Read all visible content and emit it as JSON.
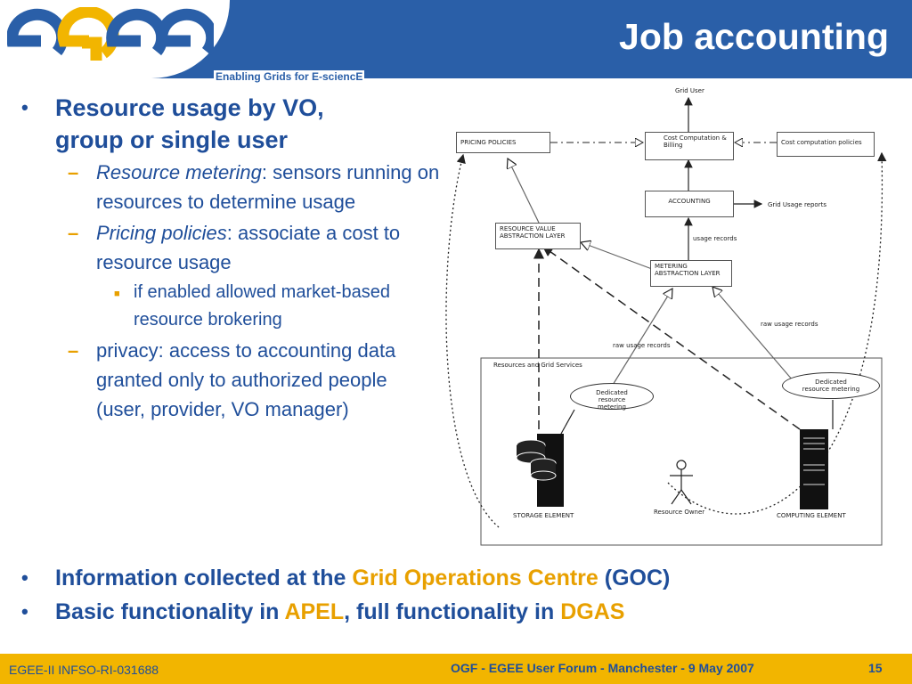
{
  "header": {
    "logo_text": "egee",
    "tagline": "Enabling Grids for E-sciencE",
    "title": "Job accounting"
  },
  "bullets": {
    "b1_line1": "Resource usage by VO,",
    "b1_line2": "group or single user",
    "sub1_em": "Resource metering",
    "sub1_rest": ": sensors running on resources to determine usage",
    "sub2_em": "Pricing policies",
    "sub2_rest": ": associate a cost to resource usage",
    "subsub1": "if enabled allowed market-based resource brokering",
    "sub3": "privacy: access to accounting data granted only to authorized people (user, provider, VO manager)",
    "marker_main": "•",
    "marker_sub": "–",
    "marker_subsub": "■"
  },
  "bottom": {
    "b2_pre": "Information collected at the ",
    "b2_hl": "Grid Operations Centre",
    "b2_post": " (GOC)",
    "b3_pre": "Basic functionality in ",
    "b3_hl1": "APEL",
    "b3_mid": ", full functionality in ",
    "b3_hl2": "DGAS"
  },
  "diagram": {
    "grid_user": "Grid User",
    "pricing_policies": "PRICING POLICIES",
    "cost_computation": "Cost Computation & Billing",
    "cost_policies": "Cost computation policies",
    "accounting": "ACCOUNTING",
    "grid_usage_reports": "Grid Usage reports",
    "rv_layer": "RESOURCE VALUE ABSTRACTION LAYER",
    "usage_records": "usage records",
    "metering_layer": "METERING ABSTRACTION LAYER",
    "raw_usage_records_right": "raw usage records",
    "raw_usage_records_left": "raw usage records",
    "resources_grid": "Resources and Grid Services",
    "dedicated_left": "Dedicated resource metering",
    "dedicated_right": "Dedicated resource metering",
    "storage_element": "STORAGE ELEMENT",
    "resource_owner": "Resource Owner",
    "computing_element": "COMPUTING ELEMENT"
  },
  "footer": {
    "left": "EGEE-II INFSO-RI-031688",
    "middle": "OGF - EGEE User Forum - Manchester - 9 May 2007",
    "page": "15"
  },
  "colors": {
    "brand_blue": "#2a5fa8",
    "text_blue": "#1f4e9a",
    "highlight_orange": "#e8a000",
    "footer_yellow": "#f2b500"
  }
}
